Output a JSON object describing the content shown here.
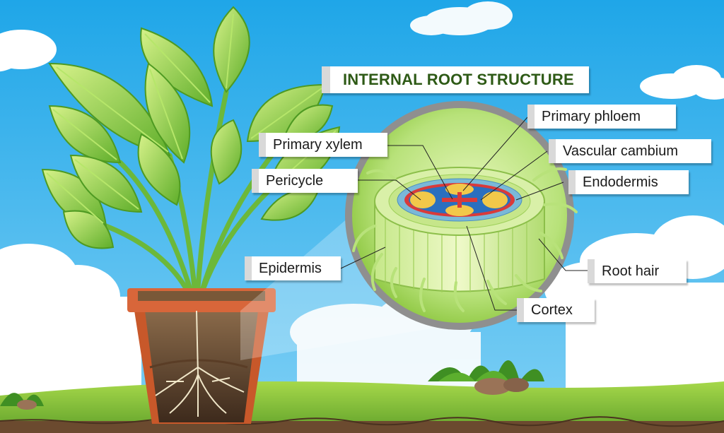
{
  "title": "INTERNAL ROOT STRUCTURE",
  "labels": {
    "primary_phloem": "Primary phloem",
    "primary_xylem": "Primary xylem",
    "vascular_cambium": "Vascular cambium",
    "pericycle": "Pericycle",
    "endodermis": "Endodermis",
    "epidermis": "Epidermis",
    "root_hair": "Root hair",
    "cortex": "Cortex"
  },
  "colors": {
    "sky": "#3fb6ec",
    "grass": "#8cc63f",
    "soil": "#6b4a2f",
    "pot": "#c8582a",
    "leaf": "#8fd14a",
    "title_text": "#2e5a16"
  }
}
